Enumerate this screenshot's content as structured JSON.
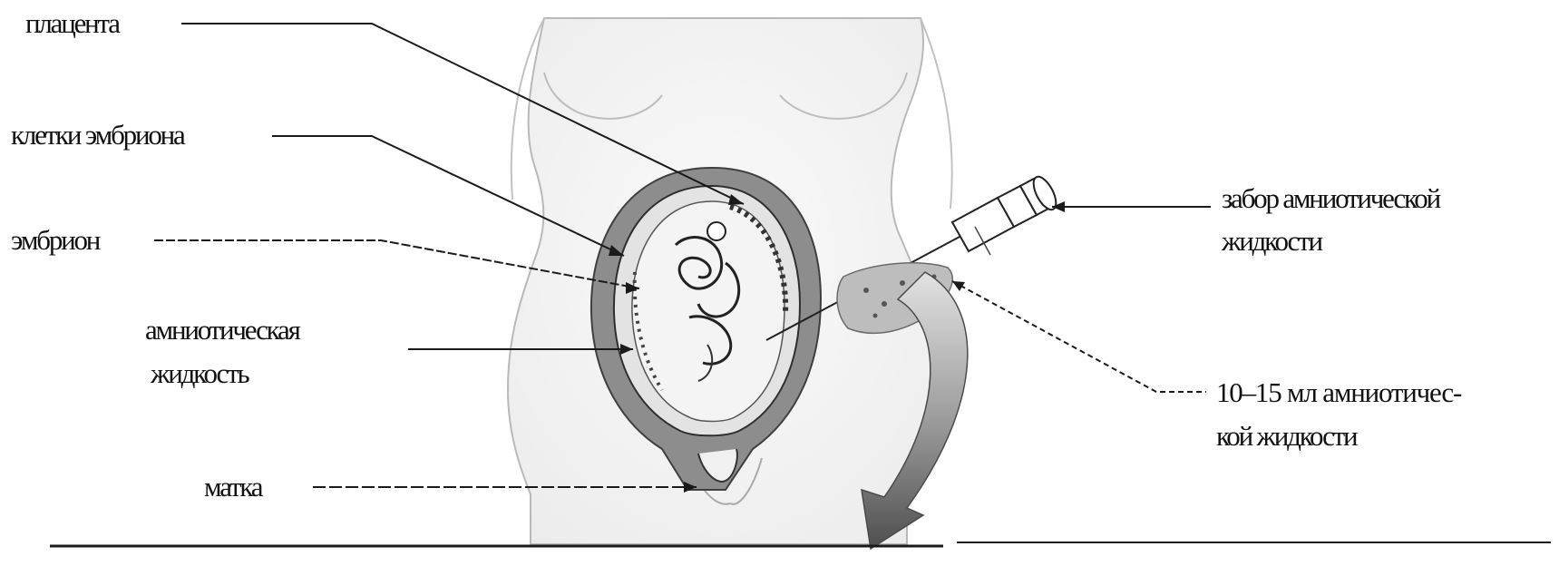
{
  "diagram": {
    "labels": {
      "placenta": "плацента",
      "embryo_cells": "клетки эмбриона",
      "embryo": "эмбрион",
      "amniotic_fluid_line1": "амниотическая",
      "amniotic_fluid_line2": "жидкость",
      "uterus": "матка",
      "fluid_sampling_line1": "забор амниотической",
      "fluid_sampling_line2": "жидкости",
      "volume_line1": "10–15 мл амниотичес-",
      "volume_line2": "кой жидкости"
    },
    "colors": {
      "line": "#1a1a1a",
      "uterus_wall": "#8a8a8a",
      "uterus_inner": "#d6d6d6",
      "body_fill": "#f3f3f3",
      "arrow_dark": "#555555",
      "arrow_light": "#d9d9d9"
    }
  }
}
